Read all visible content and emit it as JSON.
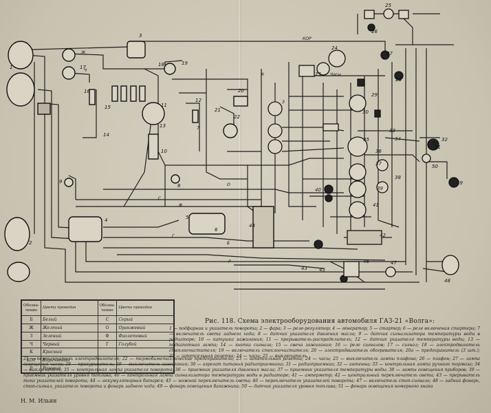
{
  "caption": {
    "title": "Рис. 118. Схема электрооборудования автомобиля ГАЗ-21 «Волга»:",
    "body_right": "1 — подфарник и указатель поворота; 2 — фара; 3 — реле-регулятор; 4 — генератор; 5 — стартер; 6 — реле включения стартера; 7 — включатель света заднего хода; 8 — датчик указателя давления масла; 9 — датчик сигнализатора температуры воды в радиаторе; 10 — катушка зажигания; 11 — прерыватель-распределитель; 12 — датчик указателя температуры воды; 13 — подкапотная лампа; 14 — кнопка сигнала; 15 — свеча зажигания; 16 — реле сигналов; 17 — сигнал; 18 — электродвигатель стеклоочистителя; 19 — включатель стеклоочистителя; 20 — электродвигатель обогревателя; 20а — предохранитель (3 шт.); 23 — штепсельная розетка; 24 — часы; 25 — выключатель",
    "body_full": "21 — переключатель электродвигателя; 22 — термобиметаллические предохранители; 23 — штепсельная розетка; 24 — часы; 25 — выключатель лампы плафона; 26 — плафон; 27 — лампа освещения часов; 28 — прикуриватель; 29 — выключатель зажигания; 30 — агрегат питания радиоприемника; 31 — радиоприемник; 32 — антенна; 33 — контрольная лампа ручного тормоза; 34 — выключатель; 35 — контрольная лампа указателя поворота; 36 — приемник указателя давления масла; 37 — приемник указателя температуры воды; 38 — лампы освещения приборов; 39 — приемник указателя уровня топлива; 40 — контрольная лампа сигнализатора температуры воды в радиаторе; 41 — амперметр; 42 — центральный переключатель света; 43 — прерыватель тока указателей поворота; 44 — аккумуляторная батарея; 45 — ножной переключатель света; 46 — переключатель указателей поворота; 47 — включатель стоп-сигнала; 48 — задний фонарь, стоп-сигнал, указатель поворота и фонарь заднего хода; 49 — фонарь освещения багажника; 50 — датчик указателя уровня топлива; 51 — фонарь освещения номерного знака",
    "author": "Н. М. Ильин"
  },
  "legend": {
    "header_code": "Обозна-чение",
    "header_color": "Цвета проводов",
    "rows": [
      {
        "c1": "Б",
        "n1": "Белый",
        "c2": "С",
        "n2": "Серый"
      },
      {
        "c1": "Ж",
        "n1": "Желтый",
        "c2": "О",
        "n2": "Оранжевый"
      },
      {
        "c1": "З",
        "n1": "Зеленый",
        "c2": "Ф",
        "n2": "Фиолетовый"
      },
      {
        "c1": "Ч",
        "n1": "Черный",
        "c2": "Г",
        "n2": "Голубой"
      },
      {
        "c1": "К",
        "n1": "Красный",
        "c2": "",
        "n2": ""
      },
      {
        "c1": "КОР",
        "n1": "Коричневый",
        "c2": "",
        "n2": ""
      },
      {
        "c1": "Р",
        "n1": "Розовый",
        "c2": "",
        "n2": ""
      }
    ]
  },
  "diagram": {
    "component_numbers": [
      "1",
      "2",
      "3",
      "4",
      "5",
      "6",
      "7",
      "8",
      "9",
      "10",
      "11",
      "12",
      "13",
      "14",
      "15",
      "16",
      "17",
      "18",
      "19",
      "20",
      "21",
      "22",
      "23",
      "24",
      "25",
      "26",
      "27",
      "28",
      "29",
      "30",
      "31",
      "32",
      "33",
      "34",
      "35",
      "36",
      "37",
      "38",
      "39",
      "40",
      "41",
      "42",
      "43",
      "44",
      "45",
      "46",
      "47",
      "48",
      "49",
      "50",
      "51"
    ],
    "wire_codes": [
      "Ж",
      "Ч",
      "З",
      "К",
      "КОР",
      "С",
      "О",
      "Ф",
      "Г",
      "Б",
      "Р"
    ],
    "clock_label": "Часы"
  }
}
